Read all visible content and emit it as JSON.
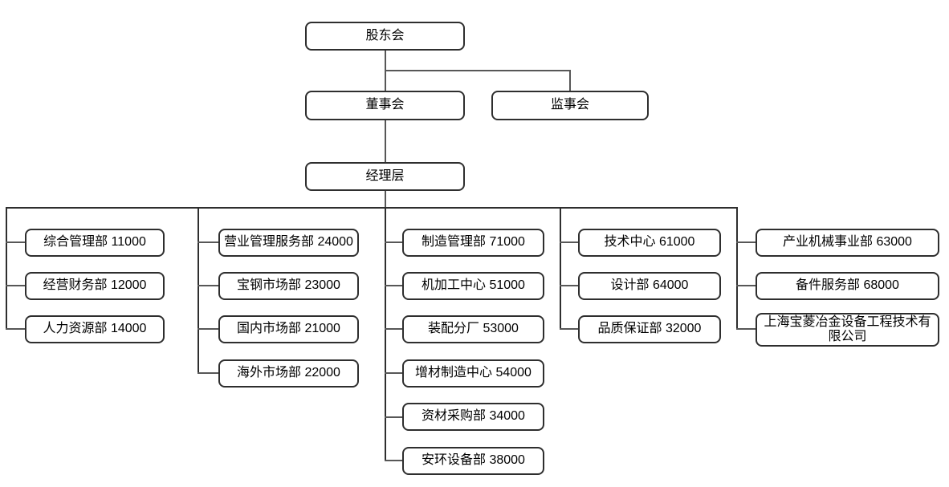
{
  "chart": {
    "type": "org-chart",
    "colors": {
      "background": "#ffffff",
      "node_fill": "#ffffff",
      "node_border": "#2e2e2e",
      "connector": "#575757",
      "text": "#000000"
    },
    "root": {
      "label": "股东会"
    },
    "level2": [
      {
        "label": "董事会"
      },
      {
        "label": "监事会"
      }
    ],
    "level3": {
      "label": "经理层"
    },
    "columns": [
      {
        "items": [
          {
            "label": "综合管理部 11000"
          },
          {
            "label": "经营财务部 12000"
          },
          {
            "label": "人力资源部 14000"
          }
        ]
      },
      {
        "items": [
          {
            "label": "营业管理服务部 24000"
          },
          {
            "label": "宝钢市场部 23000"
          },
          {
            "label": "国内市场部 21000"
          },
          {
            "label": "海外市场部 22000"
          }
        ]
      },
      {
        "items": [
          {
            "label": "制造管理部 71000"
          },
          {
            "label": "机加工中心 51000"
          },
          {
            "label": "装配分厂 53000"
          },
          {
            "label": "增材制造中心 54000"
          },
          {
            "label": "资材采购部 34000"
          },
          {
            "label": "安环设备部 38000"
          }
        ]
      },
      {
        "items": [
          {
            "label": "技术中心 61000"
          },
          {
            "label": "设计部 64000"
          },
          {
            "label": "品质保证部 32000"
          }
        ]
      },
      {
        "items": [
          {
            "label": "产业机械事业部 63000"
          },
          {
            "label": "备件服务部 68000"
          },
          {
            "label": "上海宝菱冶金设备工程技术有限公司"
          }
        ]
      }
    ]
  }
}
